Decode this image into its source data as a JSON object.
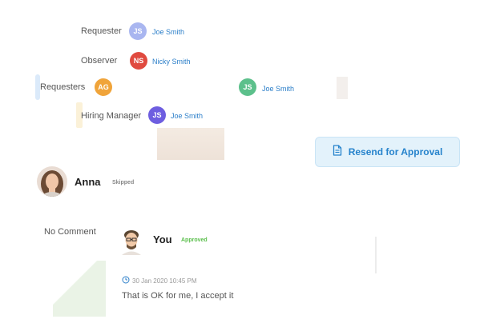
{
  "colors": {
    "blue_avatar": "#a9b6f0",
    "red_avatar": "#e04a3f",
    "orange_avatar": "#f0a43a",
    "green_avatar": "#5cc08b",
    "purple_avatar": "#6e5ee0",
    "link": "#2c7fc9",
    "resend_bg": "#e3f2fb",
    "resend_text": "#2683cc",
    "approved": "#5bbf4c"
  },
  "workflow": {
    "requester": {
      "label": "Requester",
      "initials": "JS",
      "name": "Joe Smith"
    },
    "observer": {
      "label": "Observer",
      "initials": "NS",
      "name": "Nicky Smith"
    },
    "requesters": {
      "label": "Requesters",
      "initials_1": "AG",
      "initials_2": "JS",
      "name_2": "Joe Smith"
    },
    "hiring_manager": {
      "label": "Hiring Manager",
      "initials": "JS",
      "name": "Joe Smith"
    }
  },
  "resend": {
    "label": "Resend for Approval",
    "icon": "document-icon"
  },
  "anna": {
    "name": "Anna",
    "status": "Skipped"
  },
  "comment": {
    "no_comment": "No Comment"
  },
  "you": {
    "name": "You",
    "status": "Approved",
    "timestamp": "30 Jan 2020 10:45 PM",
    "text": "That is OK for me, I accept it"
  }
}
